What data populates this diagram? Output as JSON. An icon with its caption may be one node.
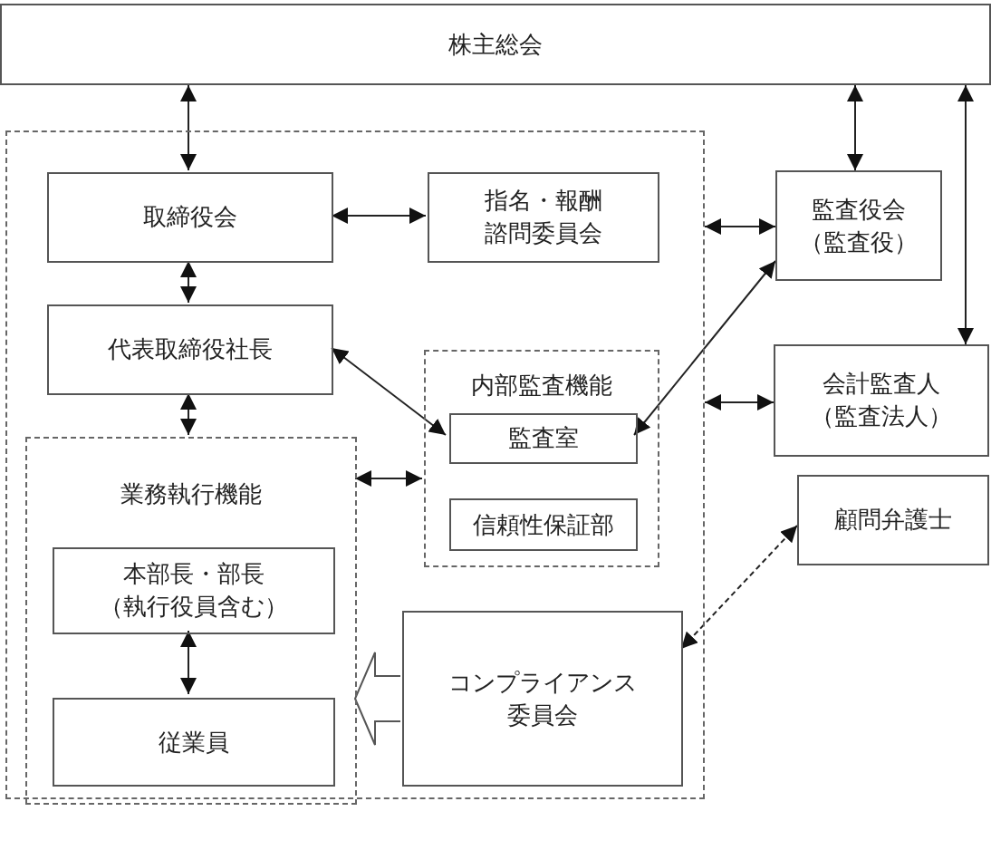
{
  "diagram": {
    "nodes": [
      {
        "text": [
          "株主総会"
        ]
      },
      {
        "text": [],
        "shape": "box"
      },
      {
        "text": [
          "取締役会"
        ],
        "in": 1
      },
      {
        "text": [
          "指名・報酬諮問委員会"
        ],
        "in": 1
      },
      {
        "text": [
          "代表取締役社長"
        ],
        "in": 1
      },
      {
        "text": [
          "内部監査機能"
        ],
        "in": 1
      },
      {
        "text": [
          "監査室"
        ],
        "in": 5
      },
      {
        "text": [
          "信頼性保証部"
        ],
        "in": 5
      },
      {
        "text": [
          "業務執行機能"
        ],
        "in": 1
      },
      {
        "text": [
          "本部長・部長（執行役員含む）"
        ],
        "in": 8
      },
      {
        "text": [
          "従業員"
        ],
        "in": 8
      },
      {
        "text": [
          "コンプライアンス委員会"
        ],
        "in": 1
      },
      {
        "text": [
          "監査役会（監査役）"
        ]
      },
      {
        "text": [
          "会計監査人（監査法人）"
        ]
      },
      {
        "text": [
          "顧問弁護士"
        ]
      }
    ],
    "edges": [
      {
        "from": 0,
        "to": 2,
        "arrow": "both"
      },
      {
        "from": 0,
        "to": 12,
        "arrow": "both"
      },
      {
        "from": 0,
        "to": 13,
        "arrow": "both"
      },
      {
        "from": 2,
        "to": 3,
        "arrow": "both"
      },
      {
        "from": 2,
        "to": 4,
        "arrow": "both"
      },
      {
        "from": 4,
        "to": 6,
        "arrow": "both"
      },
      {
        "from": 4,
        "to": 8,
        "arrow": "both"
      },
      {
        "from": 8,
        "to": 5,
        "arrow": "both"
      },
      {
        "from": 6,
        "to": 12,
        "arrow": "both"
      },
      {
        "from": 1,
        "to": 12,
        "arrow": "both"
      },
      {
        "from": 1,
        "to": 13,
        "arrow": "both"
      },
      {
        "from": 9,
        "to": 10,
        "arrow": "both"
      },
      {
        "from": 11,
        "to": 8,
        "arrow": "to",
        "style": "thick"
      },
      {
        "from": 14,
        "to": 11,
        "arrow": "both",
        "style": "dashed"
      }
    ]
  }
}
